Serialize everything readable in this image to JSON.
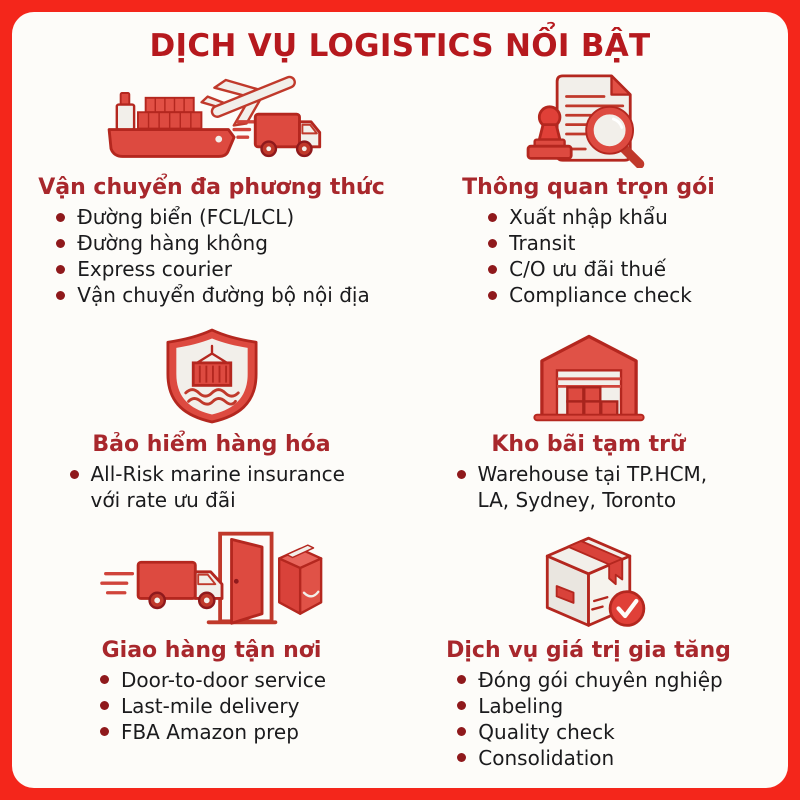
{
  "page": {
    "title": "DỊCH VỤ LOGISTICS NỔI BẬT"
  },
  "colors": {
    "frame_red": "#F4261B",
    "title_red": "#B6191E",
    "heading_red": "#A8272C",
    "bullet_dot_red": "#8F191C",
    "icon_red": "#DD4A40",
    "icon_outline_red": "#B4271F",
    "background": "#FDFCF9",
    "text": "#1B1B1D"
  },
  "sections": [
    {
      "icon": "ship-plane-truck-icon",
      "heading": "Vận chuyển đa phương thức",
      "bullets": [
        "Đường biển (FCL/LCL)",
        "Đường hàng không",
        "Express courier",
        "Vận chuyển đường bộ nội địa"
      ]
    },
    {
      "icon": "stamp-document-magnifier-icon",
      "heading": "Thông quan trọn gói",
      "bullets": [
        "Xuất nhập khẩu",
        "Transit",
        "C/O ưu đãi thuế",
        "Compliance check"
      ]
    },
    {
      "icon": "shield-container-icon",
      "heading": "Bảo hiểm hàng hóa",
      "bullets": [
        "All-Risk marine insurance với rate ưu đãi"
      ]
    },
    {
      "icon": "warehouse-icon",
      "heading": "Kho bãi tạm trữ",
      "bullets": [
        "Warehouse tại TP.HCM, LA, Sydney, Toronto"
      ]
    },
    {
      "icon": "truck-door-box-icon",
      "heading": "Giao hàng tận nơi",
      "bullets": [
        "Door-to-door service",
        "Last-mile delivery",
        "FBA Amazon prep"
      ]
    },
    {
      "icon": "box-check-icon",
      "heading": "Dịch vụ giá trị gia tăng",
      "bullets": [
        "Đóng gói chuyên nghiệp",
        "Labeling",
        "Quality check",
        "Consolidation"
      ]
    }
  ]
}
